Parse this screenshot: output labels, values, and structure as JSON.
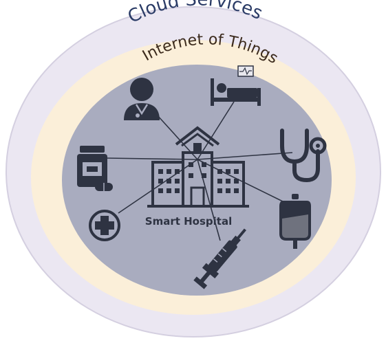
{
  "diagram": {
    "outer_ring_label": "Cloud Services",
    "middle_ring_label": "Internet of Things",
    "center_label": "Smart Hospital",
    "colors": {
      "outer_ring": "#ebe7f2",
      "outer_ring_stroke": "#d4cfe0",
      "middle_ring": "#fbefd9",
      "inner_disc": "#a9acbf",
      "icon": "#2e3342",
      "outer_text": "#2a3b66",
      "middle_text": "#3b2a1c"
    },
    "icons": [
      "doctor-icon",
      "hospital-bed-icon",
      "stethoscope-icon",
      "iv-bag-icon",
      "syringe-icon",
      "medical-cross-icon",
      "medicine-bottle-icon",
      "hospital-building-icon"
    ]
  }
}
